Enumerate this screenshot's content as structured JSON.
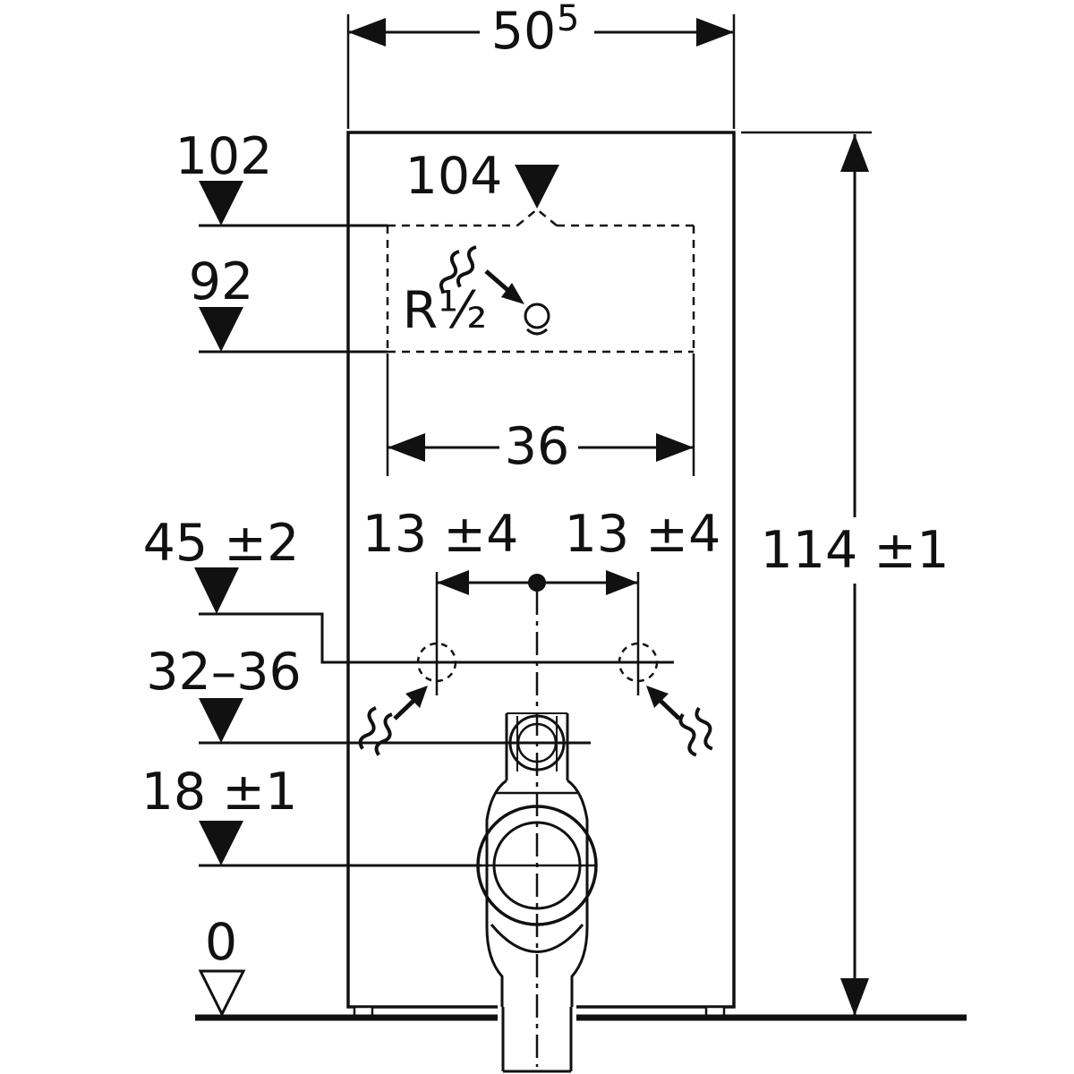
{
  "drawing": {
    "type": "technical-dimension-drawing",
    "subject": "sanitary-module-front-view",
    "colors": {
      "line": "#111111",
      "background": "#ffffff"
    },
    "dimensions": {
      "overall_width": {
        "value": "50",
        "superscript": "5"
      },
      "overall_height": "114 ±1",
      "supply_zone_width": "36",
      "anchor_offset_left": "13 ±4",
      "anchor_offset_right": "13 ±4",
      "flush_pipe_offset": "104"
    },
    "height_levels": {
      "supply_zone_top": "102",
      "supply_zone_bottom": "92",
      "anchor_height": "45 ±2",
      "outlet_connection": "32–36",
      "outlet_center": "18 ±1",
      "floor": "0"
    },
    "annotations": {
      "water_supply_thread": "R½"
    }
  }
}
